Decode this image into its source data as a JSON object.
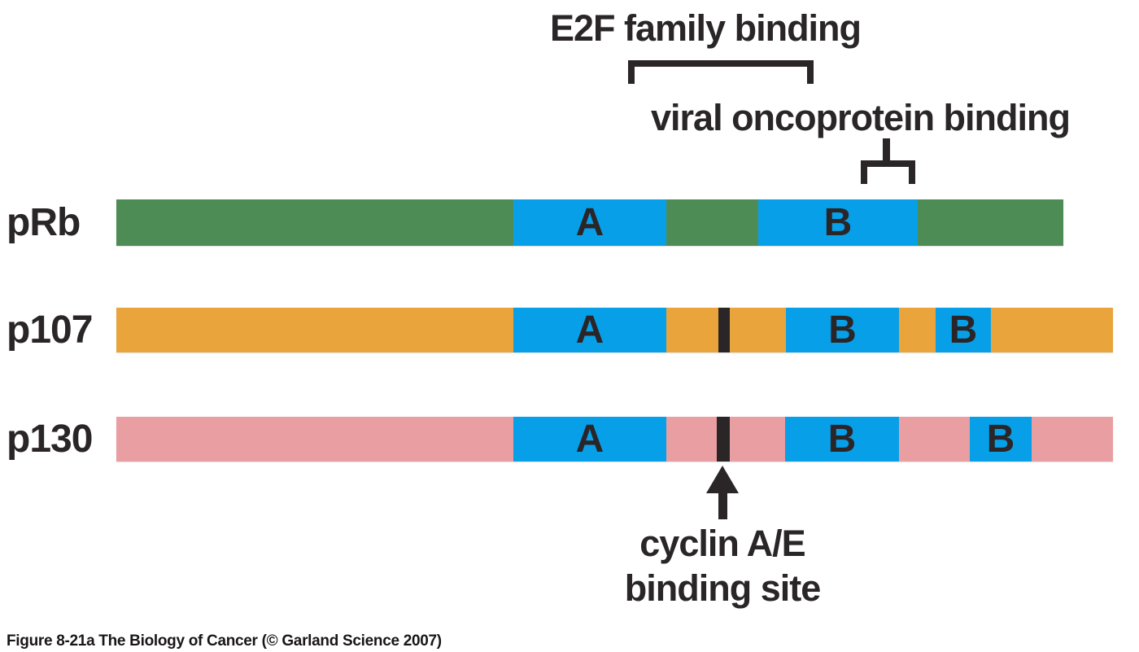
{
  "figure": {
    "annotations": {
      "e2f_family_binding": "E2F family binding",
      "viral_oncoprotein_binding": "viral oncoprotein binding",
      "cyclin_line1": "cyclin A/E",
      "cyclin_line2": "binding site"
    },
    "proteins": [
      {
        "name": "pRb",
        "bar_color": "#4E8C55",
        "domains": [
          {
            "label": "A"
          },
          {
            "label": "B"
          }
        ]
      },
      {
        "name": "p107",
        "bar_color": "#E9A43C",
        "domains": [
          {
            "label": "A"
          },
          {
            "label": "B"
          },
          {
            "label": "B"
          }
        ]
      },
      {
        "name": "p130",
        "bar_color": "#E99FA1",
        "domains": [
          {
            "label": "A"
          },
          {
            "label": "B"
          },
          {
            "label": "B"
          }
        ]
      }
    ],
    "colors": {
      "domain_blue": "#089FE9",
      "prb_green": "#4E8C55",
      "p107_orange": "#E9A43C",
      "p130_pink": "#E99FA1",
      "ink": "#2A2627"
    },
    "caption": "Figure 8-21a  The Biology of Cancer (© Garland Science 2007)"
  }
}
